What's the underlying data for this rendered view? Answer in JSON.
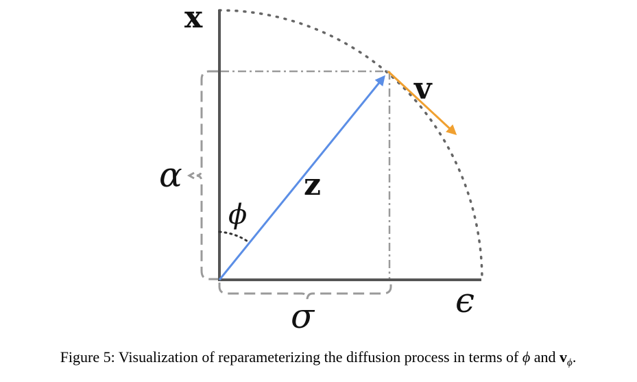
{
  "diagram": {
    "labels": {
      "x_axis": "x",
      "epsilon_axis": "ϵ",
      "z_vector": "z",
      "v_vector": "v",
      "angle": "ϕ",
      "alpha": "α",
      "sigma": "σ"
    },
    "colors": {
      "axis": "#555555",
      "z_vector": "#5b8ee6",
      "v_vector": "#f0a030",
      "dashed_guides": "#9a9a9a",
      "dotted_arc": "#666666"
    }
  },
  "caption": {
    "prefix": "Figure 5: Visualization of reparameterizing the diffusion process in terms of ",
    "phi": "ϕ",
    "middle": " and ",
    "v": "v",
    "v_sub": "ϕ",
    "suffix": "."
  }
}
